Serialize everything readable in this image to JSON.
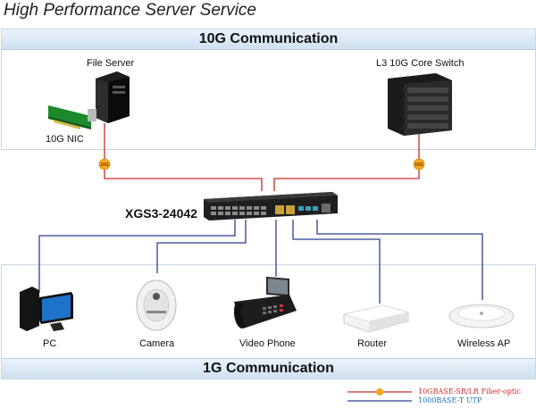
{
  "title": "High Performance Server Service",
  "top_section": {
    "label": "10G Communication"
  },
  "bottom_section": {
    "label": "1G Communication"
  },
  "devices": {
    "file_server": "File Server",
    "nic": "10G NIC",
    "core_switch": "L3 10G Core Switch",
    "switch": "XGS3-24042",
    "pc": "PC",
    "camera": "Camera",
    "video_phone": "Video Phone",
    "router": "Router",
    "wireless_ap": "Wireless AP"
  },
  "link_badges": {
    "left": "10G",
    "right": "10G"
  },
  "legend": {
    "fiber": "10GBASE-SR/LR Fiber-optic",
    "utp": "1000BASE-T UTP"
  },
  "colors": {
    "fiber_line": "#cc2a2a",
    "utp_line": "#2b3f8f",
    "badge_fill": "#f4a81c",
    "band_fill": "#d6e5f3",
    "fiber_text": "#cc2a2a",
    "utp_text": "#1b6fb3"
  }
}
